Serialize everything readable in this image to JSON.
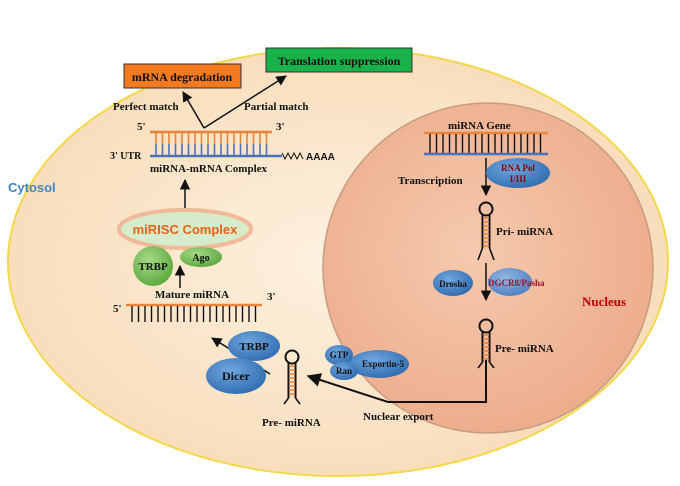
{
  "cytosol": {
    "label": "Cytosol"
  },
  "nucleus": {
    "label": "Nucleus"
  },
  "outcomes": {
    "mrna_degradation": "mRNA degradation",
    "translation_suppression": "Translation suppression",
    "perfect_match": "Perfect match",
    "partial_match": "Partial match"
  },
  "complex": {
    "five_prime": "5'",
    "three_prime": "3'",
    "utr_label": "3' UTR",
    "poly_a": "AAAA",
    "name": "miRNA-mRNA Complex"
  },
  "risc": {
    "label": "miRISC  Complex",
    "trbp": "TRBP",
    "ago": "Ago"
  },
  "mature": {
    "label": "Mature miRNA",
    "five_prime": "5'",
    "three_prime": "3'"
  },
  "dicer_group": {
    "trbp": "TRBP",
    "dicer": "Dicer",
    "pre_mirna": "Pre- miRNA"
  },
  "export": {
    "gtp": "GTP",
    "ran": "Ran",
    "exportin": "Exportin-5",
    "label": "Nuclear export"
  },
  "gene": {
    "label": "miRNA Gene",
    "transcription": "Transcription",
    "rna_pol": [
      "RNA Pol",
      "I/III"
    ],
    "pri_mirna": "Pri- miRNA",
    "drosha": "Drosha",
    "dgcr8": "DGCR8",
    "pasha": "/Pasha",
    "pre_mirna": "Pre- miRNA"
  },
  "colors": {
    "cytosol_fill": "#fbe4c6",
    "cytosol_border": "#f2d84a",
    "nucleus_fill": "#f2b99a",
    "nucleus_border": "#c79c80",
    "mrna_degradation_box": "#f47a1f",
    "translation_box": "#19b14a",
    "protein_blue": "#4a86c8",
    "protein_green": "#7cc25a",
    "risc_fill": "#d6ebc9",
    "risc_border": "#f0b99a",
    "strand_orange": "#e8853a",
    "strand_blue": "#4a72b8",
    "cytosol_text": "#3d86c8",
    "nucleus_text": "#c00000",
    "risc_text": "#e8631a",
    "dgcr8_text": "#a0102a",
    "rna_pol_text": "#8b0000"
  }
}
